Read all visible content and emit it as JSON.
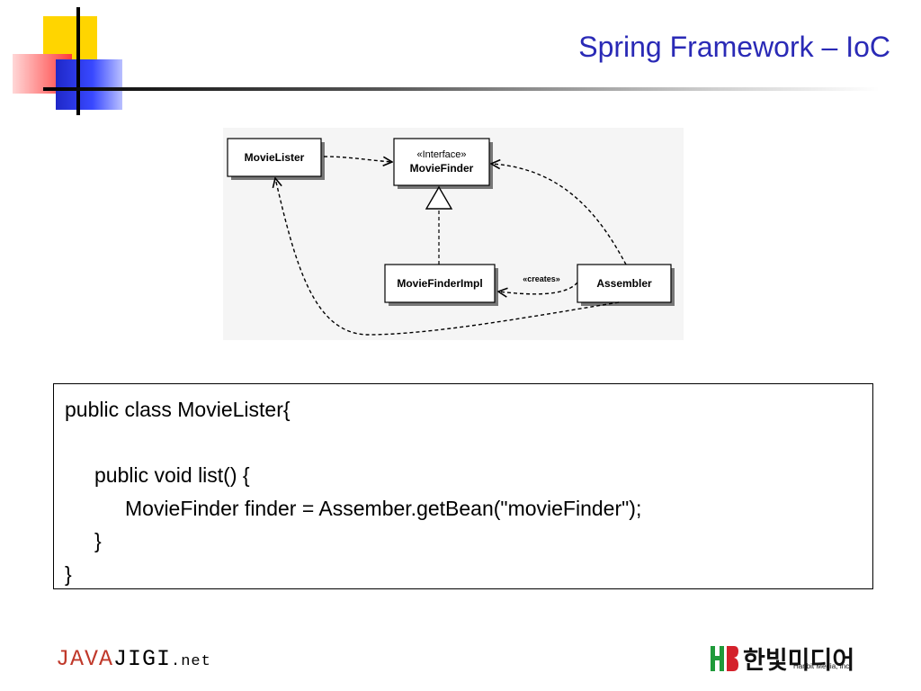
{
  "slide": {
    "title": "Spring Framework – IoC",
    "accent_title_color": "#2a2ab6",
    "decoration_colors": {
      "yellow": "#ffd500",
      "red": "#ff3a3a",
      "blue": "#2a34e8"
    }
  },
  "diagram": {
    "nodes": {
      "movie_lister": "MovieLister",
      "movie_finder_stereotype": "«Interface»",
      "movie_finder": "MovieFinder",
      "movie_finder_impl": "MovieFinderImpl",
      "assembler": "Assembler"
    },
    "edge_labels": {
      "creates": "«creates»"
    }
  },
  "code": {
    "lines": [
      "public class MovieLister{",
      "",
      "public void list() {",
      "MovieFinder finder = Assember.getBean(\"movieFinder\");",
      "}",
      "}"
    ]
  },
  "footer": {
    "left_logo": {
      "java": "JAVA",
      "jigi": "JIGI",
      "net": ".net"
    },
    "right_logo": {
      "korean": "한빛미디어",
      "english": "Hanbit Media, Inc.",
      "mark_colors": [
        "#1f9a3a",
        "#d4212b"
      ]
    }
  }
}
